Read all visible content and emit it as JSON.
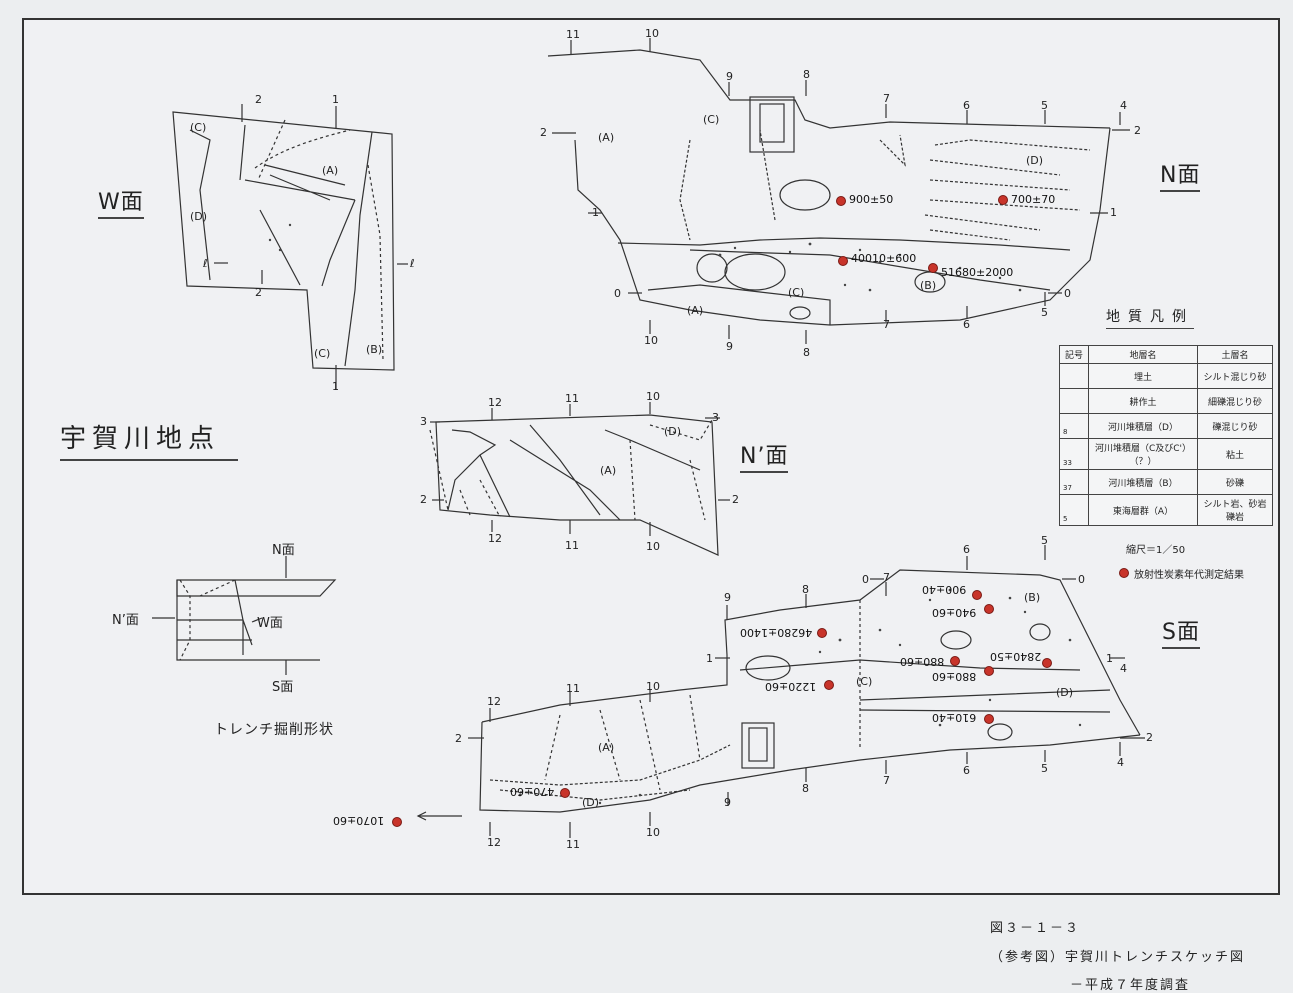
{
  "site_title": "宇賀川地点",
  "faces": {
    "w": "W面",
    "n": "N面",
    "n_prime": "N’面",
    "s": "S面"
  },
  "trench_diagram": {
    "n": "N面",
    "n_prime": "N’面",
    "w": "W面",
    "s": "S面",
    "caption": "トレンチ掘削形状"
  },
  "units": {
    "A": "(A)",
    "B": "(B)",
    "C": "(C)",
    "D": "(D)"
  },
  "grid_numbers": [
    "0",
    "1",
    "2",
    "3",
    "4",
    "5",
    "6",
    "7",
    "8",
    "9",
    "10",
    "11",
    "12",
    "ℓ"
  ],
  "dates": {
    "n_900": "900±50",
    "n_700": "700±70",
    "n_40010": "40010±600",
    "n_51680": "51680±2000",
    "s_900": "900±40",
    "s_940": "940±60",
    "s_46280": "46280±1400",
    "s_880a": "880±60",
    "s_880b": "880±60",
    "s_2840": "2840±50",
    "s_1220": "1220±60",
    "s_610": "610±40",
    "s_470": "470±60",
    "s_1070": "1070±60"
  },
  "legend": {
    "title": "地質凡例",
    "headers": [
      "記号",
      "地層名",
      "土層名"
    ],
    "rows": [
      {
        "code": "",
        "name": "埋土",
        "soil": "シルト混じり砂"
      },
      {
        "code": "",
        "name": "耕作土",
        "soil": "細礫混じり砂"
      },
      {
        "code": "8",
        "name": "河川堆積層（D）",
        "soil": "礫混じり砂"
      },
      {
        "code": "33",
        "name": "河川堆積層（C及びC'）\n（？）",
        "soil": "粘土"
      },
      {
        "code": "37",
        "name": "河川堆積層（B）",
        "soil": "砂礫"
      },
      {
        "code": "5",
        "name": "東海層群（A）",
        "soil": "シルト岩、砂岩\n礫岩"
      }
    ]
  },
  "scale": "縮尺＝1／50",
  "radiocarbon_note": "放射性炭素年代測定結果",
  "figure_caption": {
    "number": "図３－１－３",
    "title": "（参考図）宇賀川トレンチスケッチ図",
    "subtitle": "－平成７年度調査"
  },
  "colors": {
    "sample_dot": "#c8342a",
    "line": "#333333"
  }
}
